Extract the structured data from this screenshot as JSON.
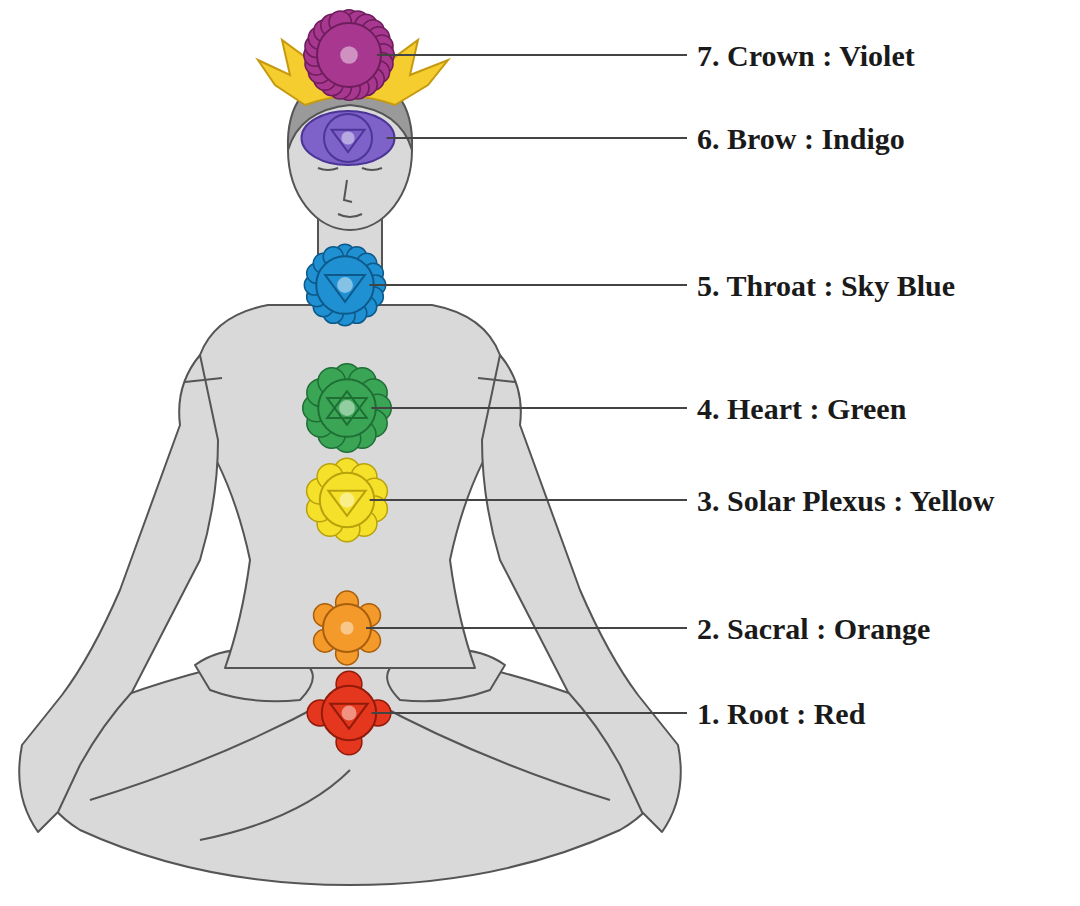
{
  "diagram": {
    "labels": [
      "7. Crown : Violet",
      "6. Brow : Indigo",
      "5. Throat : Sky Blue",
      "4. Heart : Green",
      "3. Solar Plexus : Yellow",
      "2. Sacral : Orange",
      "1. Root : Red"
    ]
  }
}
